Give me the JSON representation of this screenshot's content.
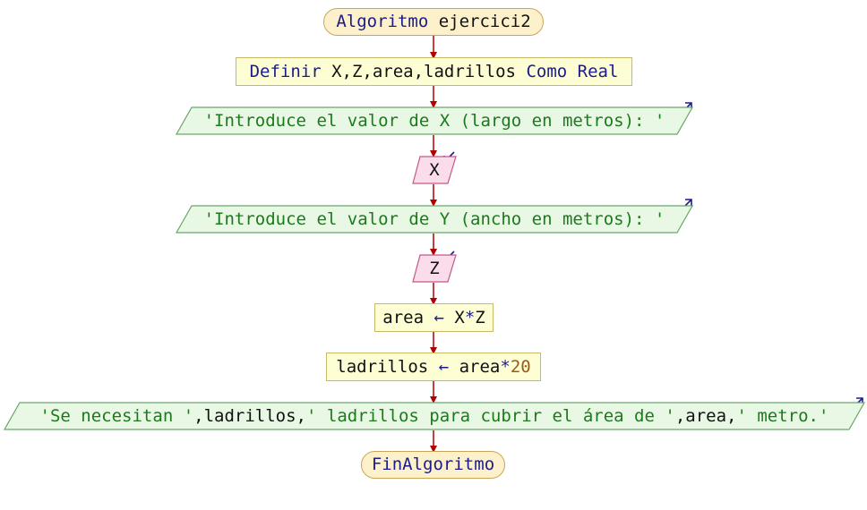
{
  "flowchart": {
    "start": {
      "keyword": "Algoritmo",
      "name": "ejercici2"
    },
    "define": {
      "keyword": "Definir",
      "vars": "X,Z,area,ladrillos",
      "como": "Como",
      "type": "Real"
    },
    "out1": {
      "text": "'Introduce el valor de X (largo en metros): '"
    },
    "in1": {
      "var": "X"
    },
    "out2": {
      "text": "'Introduce el valor de Y (ancho en metros): '"
    },
    "in2": {
      "var": "Z"
    },
    "assign1": {
      "target": "area",
      "arrow": "←",
      "expr_a": "X",
      "op": "*",
      "expr_b": "Z"
    },
    "assign2": {
      "target": "ladrillos",
      "arrow": "←",
      "expr_a": "area",
      "op": "*",
      "num": "20"
    },
    "out3": {
      "s1": "'Se necesitan '",
      "c1": ",",
      "v1": "ladrillos",
      "c2": ",",
      "s2": "' ladrillos para cubrir el área de '",
      "c3": ",",
      "v2": "area",
      "c4": ",",
      "s3": "' metro.'"
    },
    "end": {
      "keyword": "FinAlgoritmo"
    }
  },
  "colors": {
    "arrow": "#b00000",
    "io_fill": "#e8f8e4",
    "io_stroke": "#6aa86a",
    "input_fill": "#fadcea",
    "input_stroke": "#c05a8a"
  }
}
